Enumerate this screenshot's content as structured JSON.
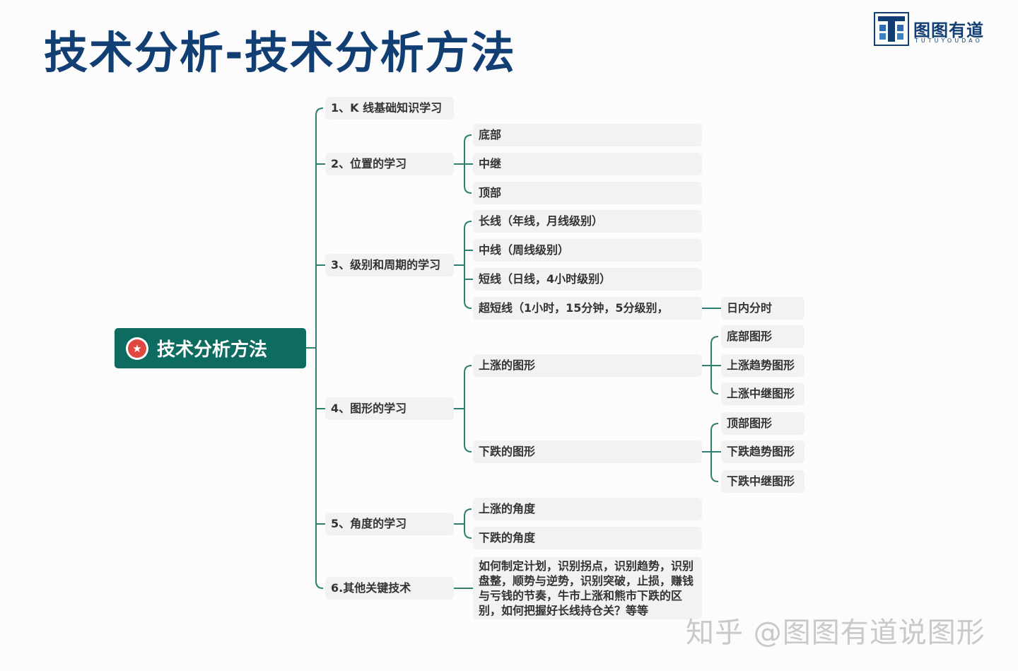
{
  "page_title": "技术分析-技术分析方法",
  "logo": {
    "text": "图图有道",
    "sub": "TUTUYOUDAO"
  },
  "root": {
    "label": "技术分析方法",
    "icon": "star-icon",
    "colors": {
      "fill": "#0e6b5f",
      "badge": "#e0473e"
    }
  },
  "branches": [
    {
      "label": "1、K 线基础知识学习"
    },
    {
      "label": "2、位置的学习",
      "children": [
        {
          "label": "底部"
        },
        {
          "label": "中继"
        },
        {
          "label": "顶部"
        }
      ]
    },
    {
      "label": "3、级别和周期的学习",
      "children": [
        {
          "label": "长线（年线，月线级别）"
        },
        {
          "label": "中线（周线级别）"
        },
        {
          "label": "短线（日线，4小时级别）"
        },
        {
          "label": "超短线（1小时，15分钟，5分级别，",
          "children": [
            {
              "label": "日内分时"
            }
          ]
        }
      ]
    },
    {
      "label": "4、图形的学习",
      "children": [
        {
          "label": "上涨的图形",
          "children": [
            {
              "label": "底部图形"
            },
            {
              "label": "上涨趋势图形"
            },
            {
              "label": "上涨中继图形"
            }
          ]
        },
        {
          "label": "下跌的图形",
          "children": [
            {
              "label": "顶部图形"
            },
            {
              "label": "下跌趋势图形"
            },
            {
              "label": "下跌中继图形"
            }
          ]
        }
      ]
    },
    {
      "label": "5、角度的学习",
      "children": [
        {
          "label": "上涨的角度"
        },
        {
          "label": "下跌的角度"
        }
      ]
    },
    {
      "label": "6.其他关键技术",
      "children": [
        {
          "label": "如何制定计划，识别拐点，识别趋势，识别盘整，顺势与逆势，识别突破，止损，赚钱与亏钱的节奏，牛市上涨和熊市下跌的区别，如何把握好长线持仓关？等等"
        }
      ]
    }
  ],
  "colors": {
    "title": "#123f73",
    "connector": "#2f7e70",
    "node_bg": "#f2f2f2"
  },
  "watermark": "知乎 @图图有道说图形"
}
